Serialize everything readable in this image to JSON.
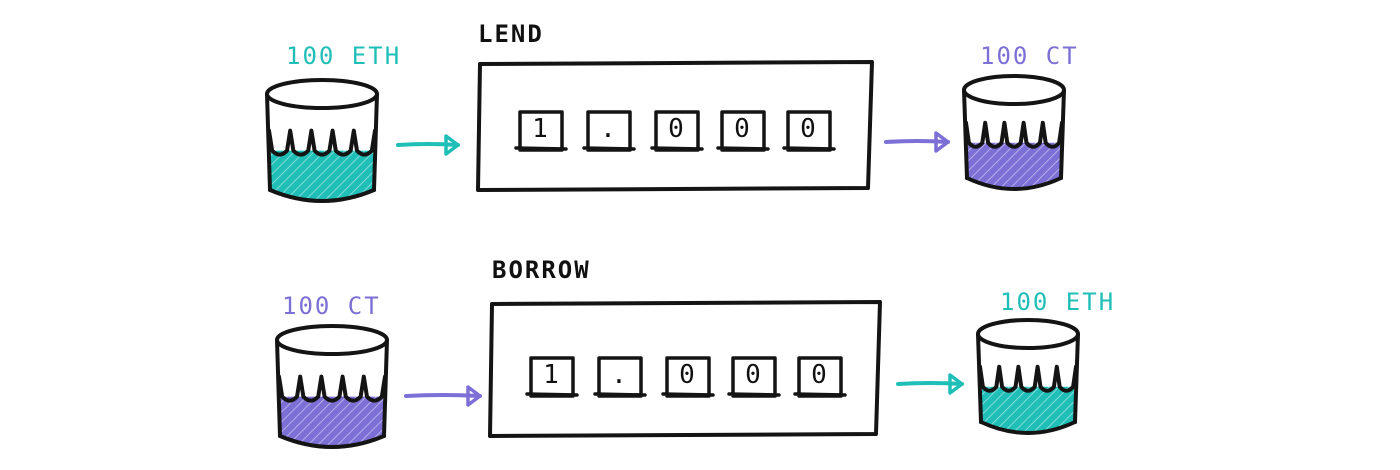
{
  "colors": {
    "teal": "#1FBFB8",
    "purple": "#7C6FD6",
    "ink": "#141414"
  },
  "rows": [
    {
      "title": "LEND",
      "input_label": "100 ETH",
      "input_color": "teal",
      "output_label": "100 CT",
      "output_color": "purple",
      "digits": [
        "1",
        ".",
        "0",
        "0",
        "0"
      ]
    },
    {
      "title": "BORROW",
      "input_label": "100 CT",
      "input_color": "purple",
      "output_label": "100 ETH",
      "output_color": "teal",
      "digits": [
        "1",
        ".",
        "0",
        "0",
        "0"
      ]
    }
  ]
}
